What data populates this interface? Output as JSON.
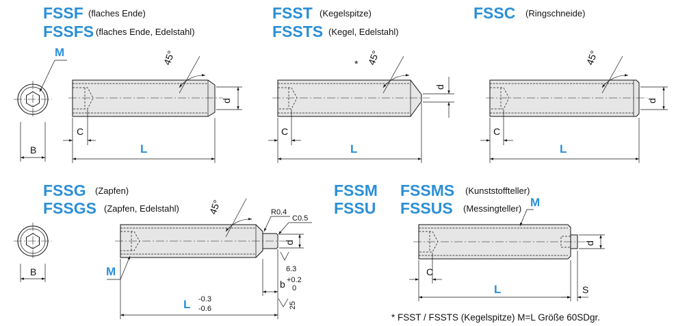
{
  "products": {
    "fssf": {
      "code": "FSSF",
      "desc": "(flaches Ende)"
    },
    "fssfs": {
      "code": "FSSFS",
      "desc": "(flaches Ende, Edelstahl)"
    },
    "fsst": {
      "code": "FSST",
      "desc": "(Kegelspitze)"
    },
    "fssts": {
      "code": "FSSTS",
      "desc": "(Kegel, Edelstahl)"
    },
    "fssc": {
      "code": "FSSC",
      "desc": "(Ringschneide)"
    },
    "fssg": {
      "code": "FSSG",
      "desc": "(Zapfen)"
    },
    "fssgs": {
      "code": "FSSGS",
      "desc": "(Zapfen, Edelstahl)"
    },
    "fssm": {
      "code": "FSSM"
    },
    "fssu": {
      "code": "FSSU"
    },
    "fssms": {
      "code": "FSSMS",
      "desc": "(Kunststoffteller)"
    },
    "fssus": {
      "code": "FSSUS",
      "desc": "(Messingteller)"
    }
  },
  "labels": {
    "m": "M",
    "b": "B",
    "c": "C",
    "l": "L",
    "d": "d",
    "s": "S",
    "angle45": "45°",
    "asterisk": "*",
    "r04": "R0.4",
    "c05": "C0.5",
    "rough63": "6.3",
    "rough25": "25",
    "b_small": "b",
    "b_tol_upper": "+0.2",
    "b_tol_lower": "0",
    "l_tol_upper": "-0.3",
    "l_tol_lower": "-0.6"
  },
  "footnote": "* FSST / FSSTS (Kegelspitze) M=L Größe 60SDgr.",
  "colors": {
    "accent": "#2b8fd6",
    "body_fill": "#e6e6e6",
    "line": "#111111"
  }
}
